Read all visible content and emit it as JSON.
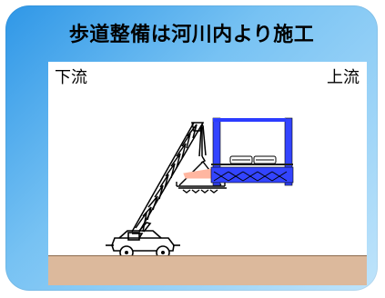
{
  "header": {
    "title": "歩道整備は河川内より施工"
  },
  "diagram": {
    "left_label": "下流",
    "right_label": "上流"
  },
  "colors": {
    "card_start": "#2f97e7",
    "card_end": "#bfe4fb",
    "ground": "#dcb99c",
    "crane": "#000000",
    "structure_blue": "#3344ff",
    "light_beam": "#ffb6a0"
  }
}
